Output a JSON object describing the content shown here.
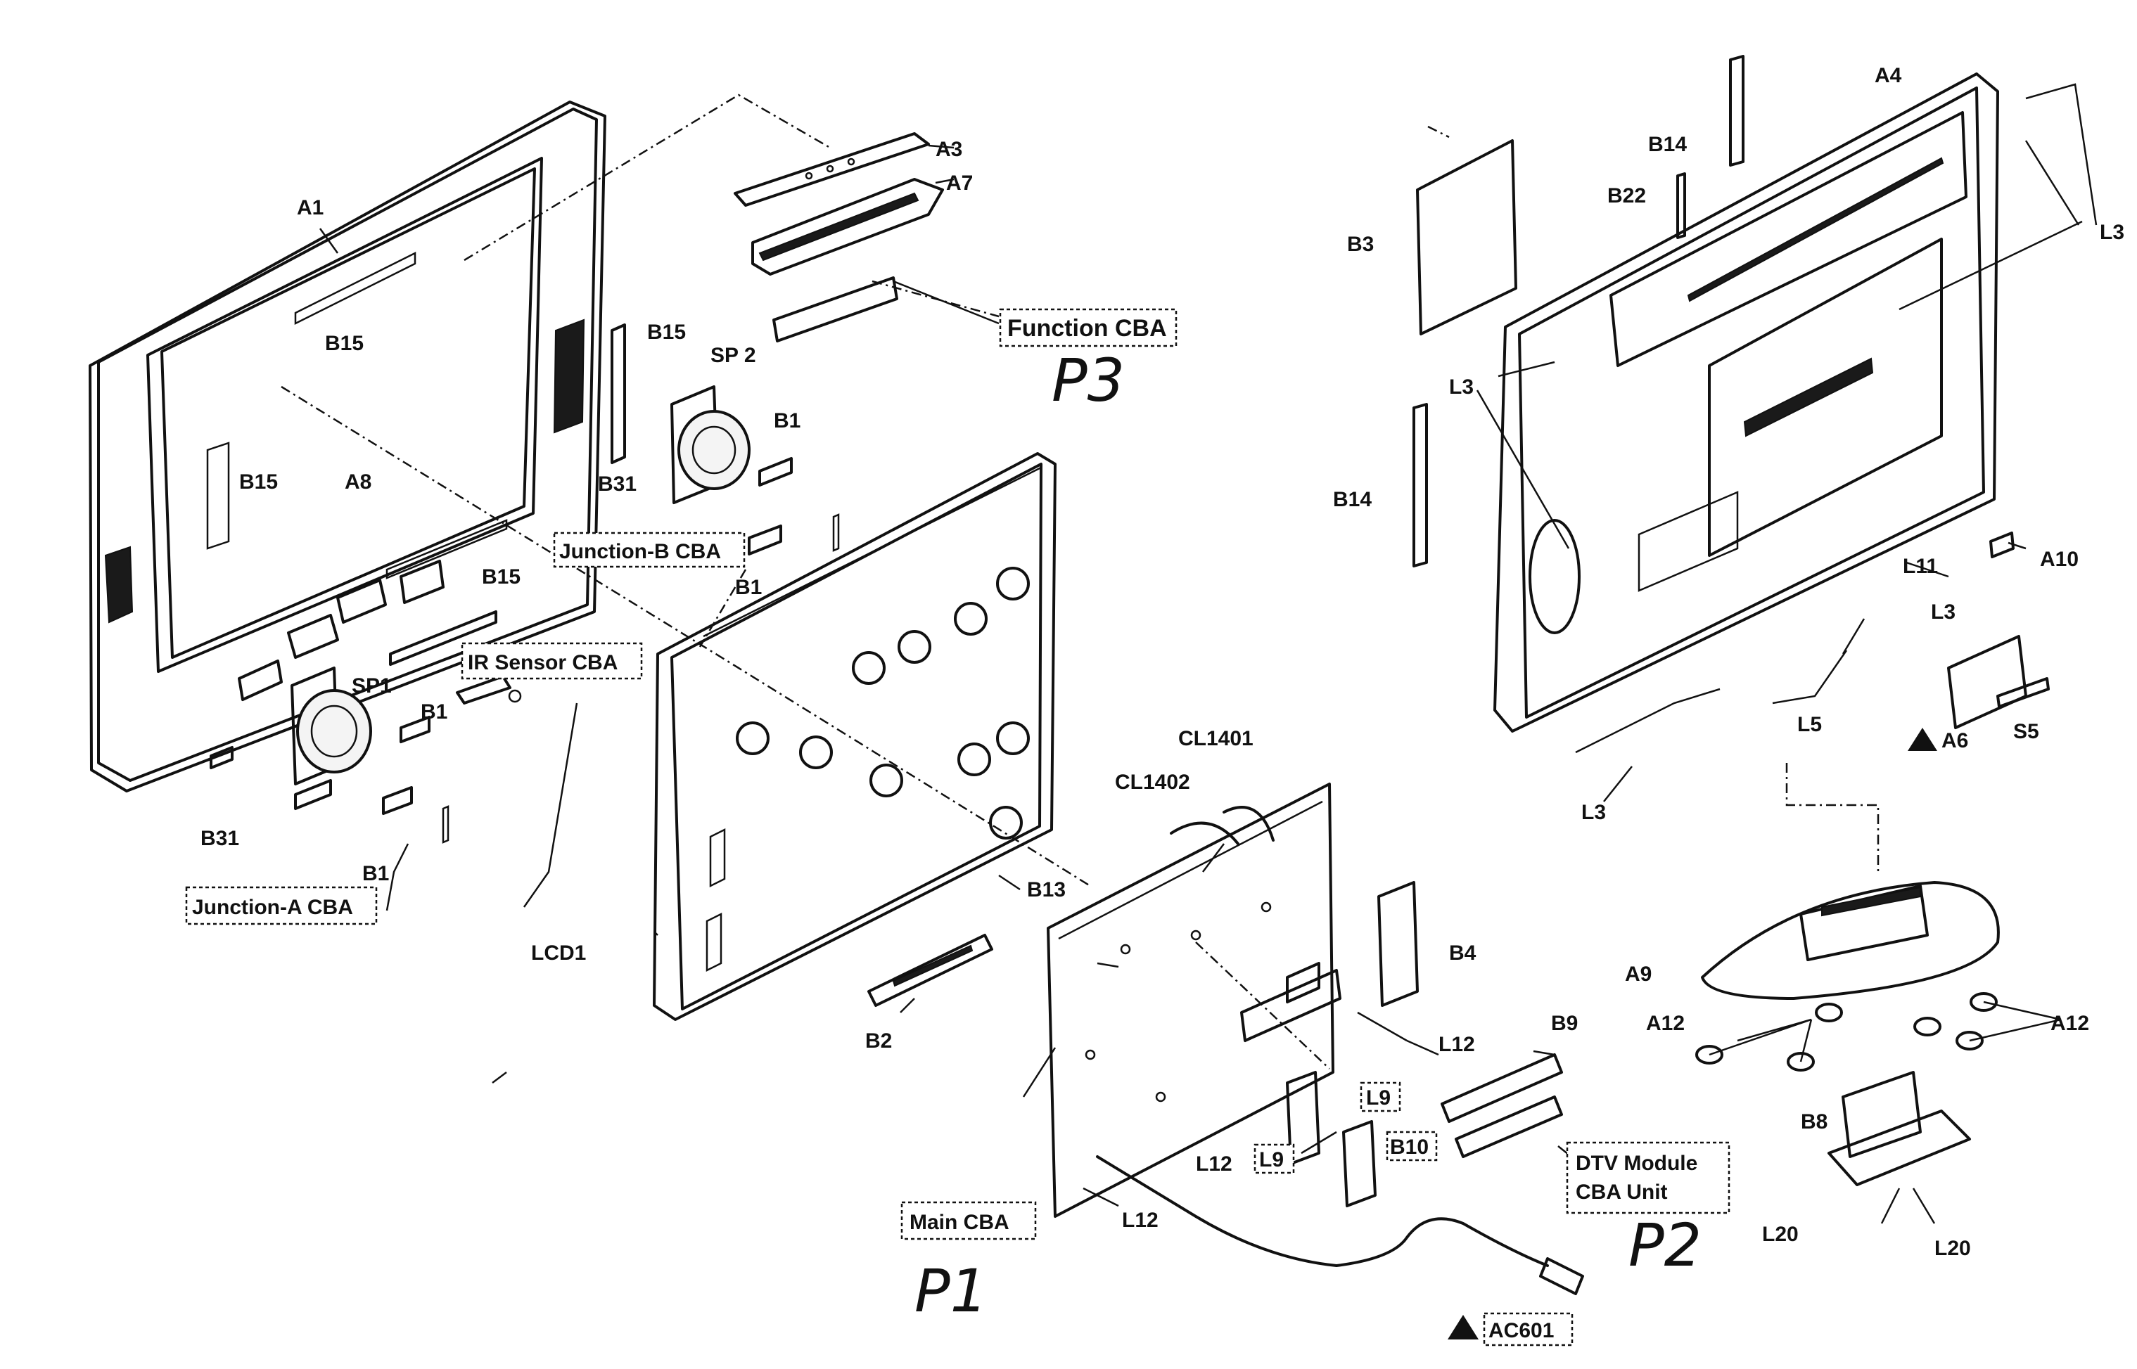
{
  "labels": {
    "A1": "A1",
    "A3": "A3",
    "A4": "A4",
    "A6": "A6",
    "A7": "A7",
    "A8": "A8",
    "A9": "A9",
    "A10": "A10",
    "A12": "A12",
    "B1": "B1",
    "B2": "B2",
    "B3": "B3",
    "B4": "B4",
    "B8": "B8",
    "B9": "B9",
    "B10": "B10",
    "B13": "B13",
    "B14": "B14",
    "B15": "B15",
    "B22": "B22",
    "B31": "B31",
    "CL1401": "CL1401",
    "CL1402": "CL1402",
    "L3": "L3",
    "L5": "L5",
    "L9": "L9",
    "L11": "L11",
    "L12": "L12",
    "L20": "L20",
    "LCD1": "LCD1",
    "S5": "S5",
    "SP1": "SP1",
    "SP2": "SP 2"
  },
  "boxed": {
    "function_cba": "Function CBA",
    "junction_b_cba": "Junction-B CBA",
    "ir_sensor_cba": "IR Sensor CBA",
    "junction_a_cba": "Junction-A CBA",
    "main_cba": "Main CBA",
    "dtv_module_line1": "DTV Module",
    "dtv_module_line2": "CBA Unit",
    "ac601": "AC601"
  },
  "handwritten": {
    "p1": "P1",
    "p2": "P2",
    "p3": "P3"
  },
  "icons": {
    "warning": "warning-triangle-icon"
  }
}
